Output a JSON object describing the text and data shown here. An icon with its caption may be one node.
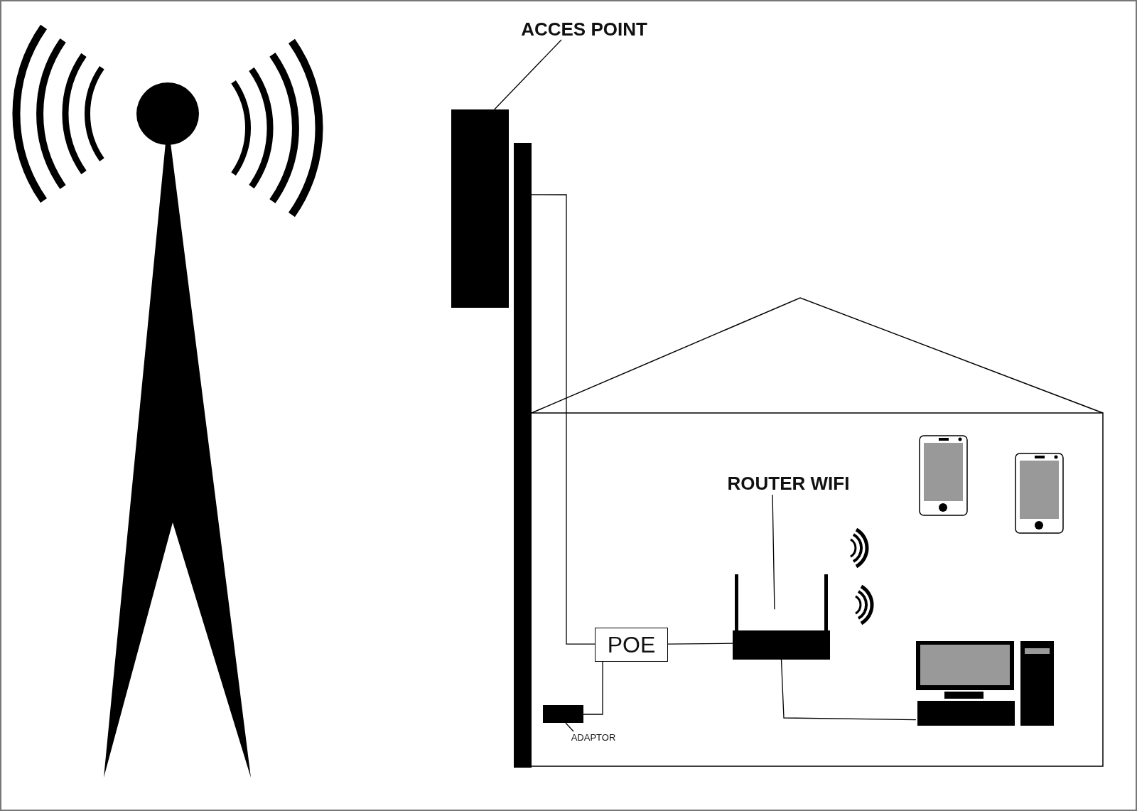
{
  "diagram": {
    "nodes": [
      {
        "text": [
          "ACCES POINT"
        ]
      },
      {
        "text": [],
        "shape": "box"
      },
      {
        "text": [
          "ROUTER WIFI"
        ]
      },
      {
        "text": [],
        "shape": "router"
      },
      {
        "text": [
          "POE"
        ]
      },
      {
        "text": [],
        "shape": "box"
      },
      {
        "text": [
          "ADAPTOR"
        ]
      },
      {
        "text": [],
        "shape": "computer"
      },
      {
        "text": [],
        "shape": "bar"
      }
    ],
    "edges": [
      {
        "from": 0,
        "to": 1,
        "arrow": "none"
      },
      {
        "from": 8,
        "to": 4,
        "arrow": "none"
      },
      {
        "from": 4,
        "to": 3,
        "arrow": "none"
      },
      {
        "from": 4,
        "to": 5,
        "arrow": "none"
      },
      {
        "from": 6,
        "to": 5,
        "arrow": "none"
      },
      {
        "from": 2,
        "to": 3,
        "arrow": "none"
      },
      {
        "from": 3,
        "to": 7,
        "arrow": "none"
      }
    ]
  }
}
